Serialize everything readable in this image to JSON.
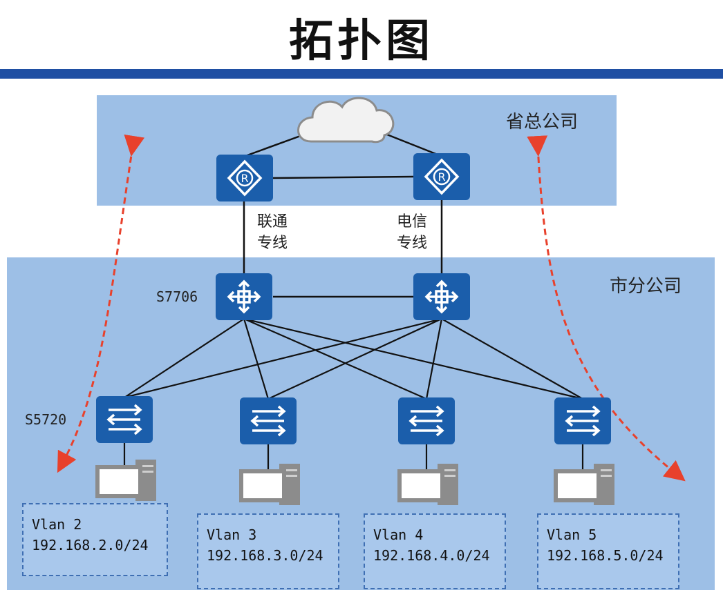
{
  "title": "拓扑图",
  "zones": {
    "headquarters": "省总公司",
    "branch": "市分公司"
  },
  "links": {
    "unicom_line1": "联通",
    "unicom_line2": "专线",
    "telecom_line1": "电信",
    "telecom_line2": "专线"
  },
  "devices": {
    "core_switch_model": "S7706",
    "access_switch_model": "S5720"
  },
  "vlans": [
    {
      "name": "Vlan 2",
      "subnet": "192.168.2.0/24"
    },
    {
      "name": "Vlan 3",
      "subnet": "192.168.3.0/24"
    },
    {
      "name": "Vlan 4",
      "subnet": "192.168.4.0/24"
    },
    {
      "name": "Vlan 5",
      "subnet": "192.168.5.0/24"
    }
  ],
  "colors": {
    "divider": "#1f4fa3",
    "zone_fill": "#9dbfe6",
    "device_fill": "#1b5eab",
    "arrow": "#e8412c"
  },
  "icons": {
    "cloud": "cloud-icon",
    "router": "router-icon",
    "core_switch": "layer3-switch-icon",
    "access_switch": "switch-icon",
    "pc": "pc-icon"
  }
}
